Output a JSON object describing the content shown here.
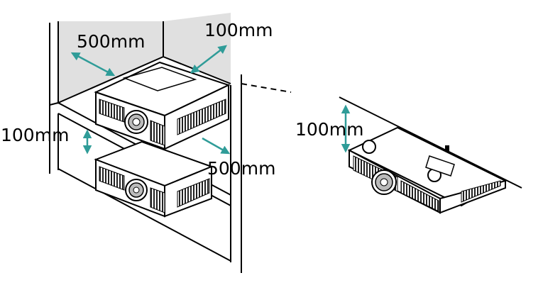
{
  "labels": {
    "back_clearance": "500mm",
    "side_clearance": "100mm",
    "stack_gap": "100mm",
    "front_clearance": "500mm",
    "ceiling_gap": "100mm"
  },
  "colors": {
    "arrow": "#2f9c98",
    "wall_fill": "#e0e0e0",
    "line": "#000000",
    "projector_body": "#ffffff"
  },
  "icons": [
    "projector",
    "clearance-arrow"
  ]
}
